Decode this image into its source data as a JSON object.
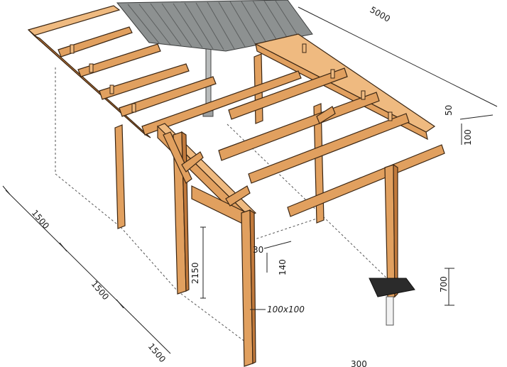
{
  "dimensions": {
    "length_total": "5000",
    "bay_1": "1500",
    "bay_2": "1500",
    "bay_3": "1500",
    "post_height": "2150",
    "post_section": "100x100",
    "footing_depth": "700",
    "joist_width": "50",
    "joist_height": "100",
    "beam_gap": "30",
    "beam_height": "140",
    "width_partial": "300"
  },
  "colors": {
    "timber": "#e1a05f",
    "timber_shadow": "#c27a3c",
    "roofing": "#8d9191",
    "footing": "#2b2b2b"
  }
}
